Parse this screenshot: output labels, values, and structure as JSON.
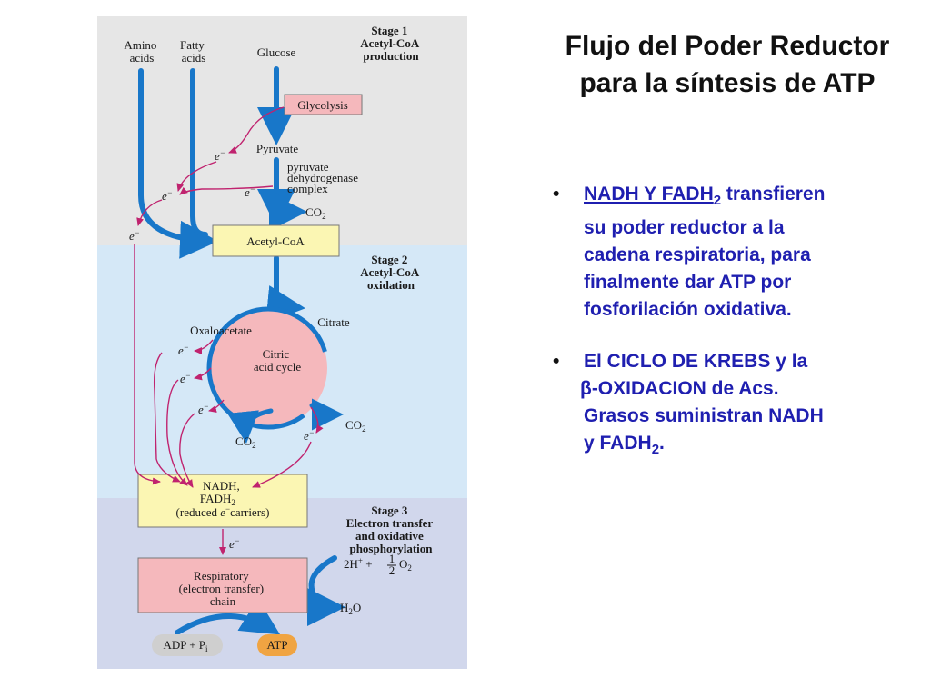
{
  "diagram": {
    "stage1": {
      "line1": "Stage 1",
      "line2": "Acetyl-CoA",
      "line3": "production"
    },
    "stage2": {
      "line1": "Stage 2",
      "line2": "Acetyl-CoA",
      "line3": "oxidation"
    },
    "stage3": {
      "line1": "Stage 3",
      "line2": "Electron transfer",
      "line3": "and oxidative",
      "line4": "phosphorylation"
    },
    "amino_acids": {
      "line1": "Amino",
      "line2": "acids"
    },
    "fatty_acids": {
      "line1": "Fatty",
      "line2": "acids"
    },
    "glucose": "Glucose",
    "glycolysis": "Glycolysis",
    "pyruvate": "Pyruvate",
    "pdh_complex": {
      "line1": "pyruvate",
      "line2": "dehydrogenase",
      "line3": "complex"
    },
    "co2": "CO",
    "co2_sub": "2",
    "acetyl_coa": "Acetyl-CoA",
    "oxaloacetate": "Oxaloacetate",
    "citrate": "Citrate",
    "citric_acid_cycle": {
      "line1": "Citric",
      "line2": "acid cycle"
    },
    "electron": "e",
    "electron_sup": "−",
    "nadh_box": {
      "line1": "NADH,",
      "line2a": "FADH",
      "line2sub": "2",
      "line3a": "(reduced ",
      "line3e": "e",
      "line3sup": "−",
      "line3b": "carriers)"
    },
    "respiratory_chain": {
      "line1": "Respiratory",
      "line2": "(electron transfer)",
      "line3": "chain"
    },
    "oxygen_reaction": {
      "a": "2H",
      "a_sup": "+",
      "b": " + ",
      "frac_num": "1",
      "frac_den": "2",
      "c": "O",
      "c_sub": "2"
    },
    "water": {
      "a": "H",
      "a_sub": "2",
      "b": "O"
    },
    "adp_pi": {
      "a": "ADP + P",
      "a_sub": "i"
    },
    "atp": "ATP"
  },
  "title": {
    "line1": "Flujo del Poder Reductor",
    "line2": "para la síntesis de ATP"
  },
  "bullet1": {
    "dot": "•",
    "highlight": "NADH Y FADH",
    "highlight_sub": "2",
    "line1_rest": " transfieren",
    "line2": "su poder reductor a la",
    "line3": "cadena respiratoria, para",
    "line4": "finalmente dar ATP por",
    "line5": "fosforilación oxidativa."
  },
  "bullet2": {
    "dot": "•",
    "line1": "El CICLO DE KREBS y la",
    "line2": "β-OXIDACION de Acs.",
    "line3": "Grasos suministran NADH",
    "line4a": "y FADH",
    "line4sub": "2",
    "line4b": "."
  },
  "colors": {
    "stage1_bg": "#e6e6e6",
    "stage2_bg": "#d5e8f7",
    "stage3_bg": "#d1d7ec",
    "blue_arrow": "#1877c9",
    "electron_arrow": "#c0236f",
    "yellow_box": "#fbf6b3",
    "pink_box": "#f5b8bc",
    "orange_atp": "#f0a442",
    "gray_adp": "#cfcfcf",
    "highlight_text": "#1f1fb0"
  }
}
